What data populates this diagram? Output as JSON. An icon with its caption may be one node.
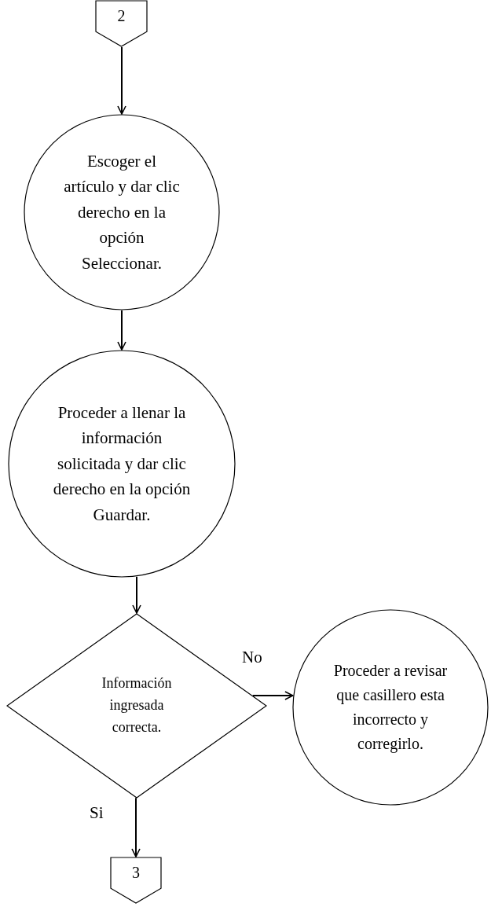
{
  "diagram": {
    "nodes": [
      {
        "text": [
          "2"
        ]
      },
      {
        "text": [
          "Escoger el artículo y dar clic derecho en la opción Seleccionar."
        ]
      },
      {
        "text": [
          "Proceder a llenar la información solicitada y dar clic derecho en la opción Guardar."
        ]
      },
      {
        "text": [
          "Información ingresada correcta."
        ]
      },
      {
        "text": [
          "Proceder a revisar que casillero esta incorrecto y corregirlo."
        ]
      },
      {
        "text": [
          "3"
        ]
      }
    ],
    "edges": [
      {
        "from": 0,
        "to": 1,
        "arrow": "to"
      },
      {
        "from": 1,
        "to": 2,
        "arrow": "to"
      },
      {
        "from": 2,
        "to": 3,
        "arrow": "to"
      },
      {
        "from": 3,
        "to": 4,
        "arrow": "to",
        "label": "No"
      },
      {
        "from": 3,
        "to": 5,
        "arrow": "to",
        "label": "Si"
      }
    ]
  }
}
